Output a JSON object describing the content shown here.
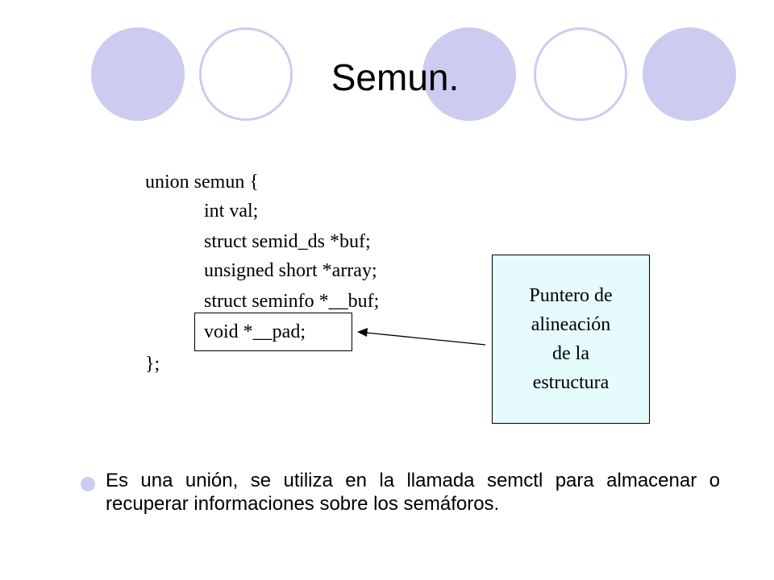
{
  "slide": {
    "title": "Semun.",
    "code_lines": [
      "union semun {",
      "int val;",
      "struct semid_ds *buf;",
      "unsigned short *array;",
      "struct seminfo *__buf;",
      "void *__pad;",
      "};"
    ],
    "note": {
      "lines": [
        "Puntero de",
        "alineación",
        "de la",
        "estructura"
      ],
      "background": "#e6fbfb"
    },
    "bullet": {
      "text": "Es una unión, se utiliza en la llamada semctl para almacenar o recuperar informaciones sobre los semáforos."
    },
    "theme": {
      "accent": "#ccccf0"
    }
  }
}
